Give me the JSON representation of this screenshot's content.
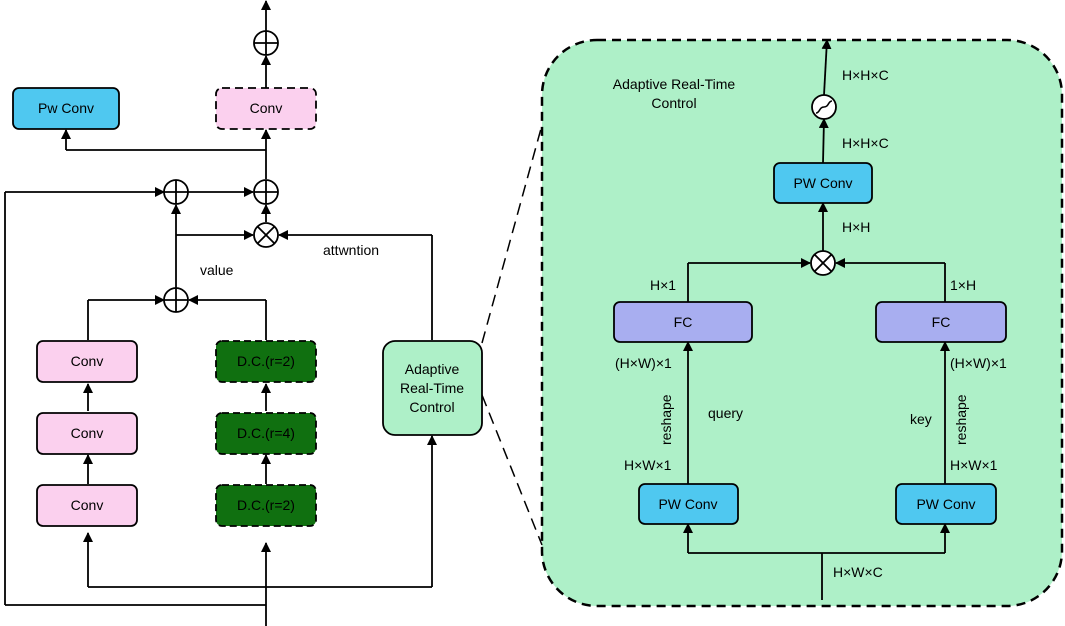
{
  "title": "",
  "colors": {
    "pw_conv_fill": "#4fc8f0",
    "conv_fill": "#fbd0ee",
    "dc_fill": "#107010",
    "arc_fill": "#aef0c8",
    "panel_fill": "#aef0c8",
    "fc_fill": "#a8aef0",
    "stroke": "#000000"
  },
  "left": {
    "pw_conv": "Pw Conv",
    "top_conv": "Conv",
    "conv1": "Conv",
    "conv2": "Conv",
    "conv3": "Conv",
    "dc1": "D.C.(r=2)",
    "dc2": "D.C.(r=4)",
    "dc3": "D.C.(r=2)",
    "arc_line1": "Adaptive",
    "arc_line2": "Real-Time",
    "arc_line3": "Control",
    "value_label": "value",
    "attention_label": "attwntion"
  },
  "right": {
    "title_line1": "Adaptive Real-Time",
    "title_line2": "Control",
    "out_top": "H×H×C",
    "out_mid": "H×H×C",
    "pw_conv_top": "PW Conv",
    "hh": "H×H",
    "h1": "H×1",
    "one_h": "1×H",
    "fc_left": "FC",
    "fc_right": "FC",
    "hw1_left": "(H×W)×1",
    "hw1_right": "(H×W)×1",
    "reshape_left": "reshape",
    "reshape_right": "reshape",
    "query": "query",
    "key": "key",
    "hxw1_left": "H×W×1",
    "hxw1_right": "H×W×1",
    "pw_conv_left": "PW Conv",
    "pw_conv_right": "PW Conv",
    "input": "H×W×C"
  }
}
